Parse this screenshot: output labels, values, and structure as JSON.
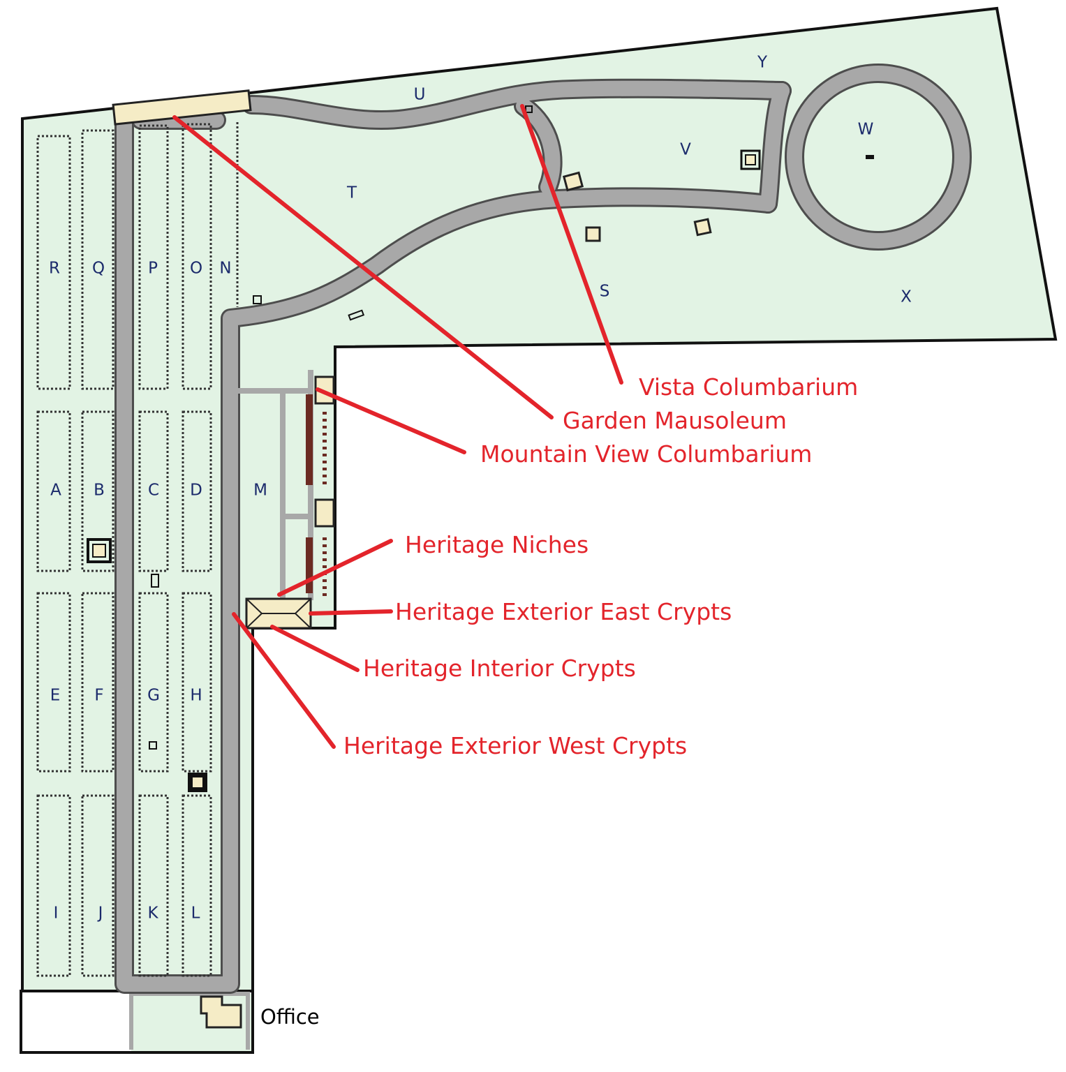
{
  "sections": {
    "R": "R",
    "Q": "Q",
    "P": "P",
    "O": "O",
    "N": "N",
    "A": "A",
    "B": "B",
    "C": "C",
    "D": "D",
    "M": "M",
    "E": "E",
    "F": "F",
    "G": "G",
    "H": "H",
    "I": "I",
    "J": "J",
    "K": "K",
    "L": "L",
    "T": "T",
    "U": "U",
    "V": "V",
    "W": "W",
    "S": "S",
    "X": "X",
    "Y": "Y"
  },
  "callouts": {
    "vista_columbarium": "Vista Columbarium",
    "garden_mausoleum": "Garden Mausoleum",
    "mountain_view_columbarium": "Mountain View Columbarium",
    "heritage_niches": "Heritage Niches",
    "heritage_exterior_east_crypts": "Heritage Exterior East Crypts",
    "heritage_interior_crypts": "Heritage Interior Crypts",
    "heritage_exterior_west_crypts": "Heritage Exterior West Crypts"
  },
  "office_label": "Office",
  "colors": {
    "grounds": "#e2f3e4",
    "road": "#a8a8a8",
    "road_edge": "#4d4d4d",
    "boundary": "#111111",
    "callout": "#e3242b",
    "section_letter": "#1b2a6b",
    "building": "#f5ecc6"
  }
}
